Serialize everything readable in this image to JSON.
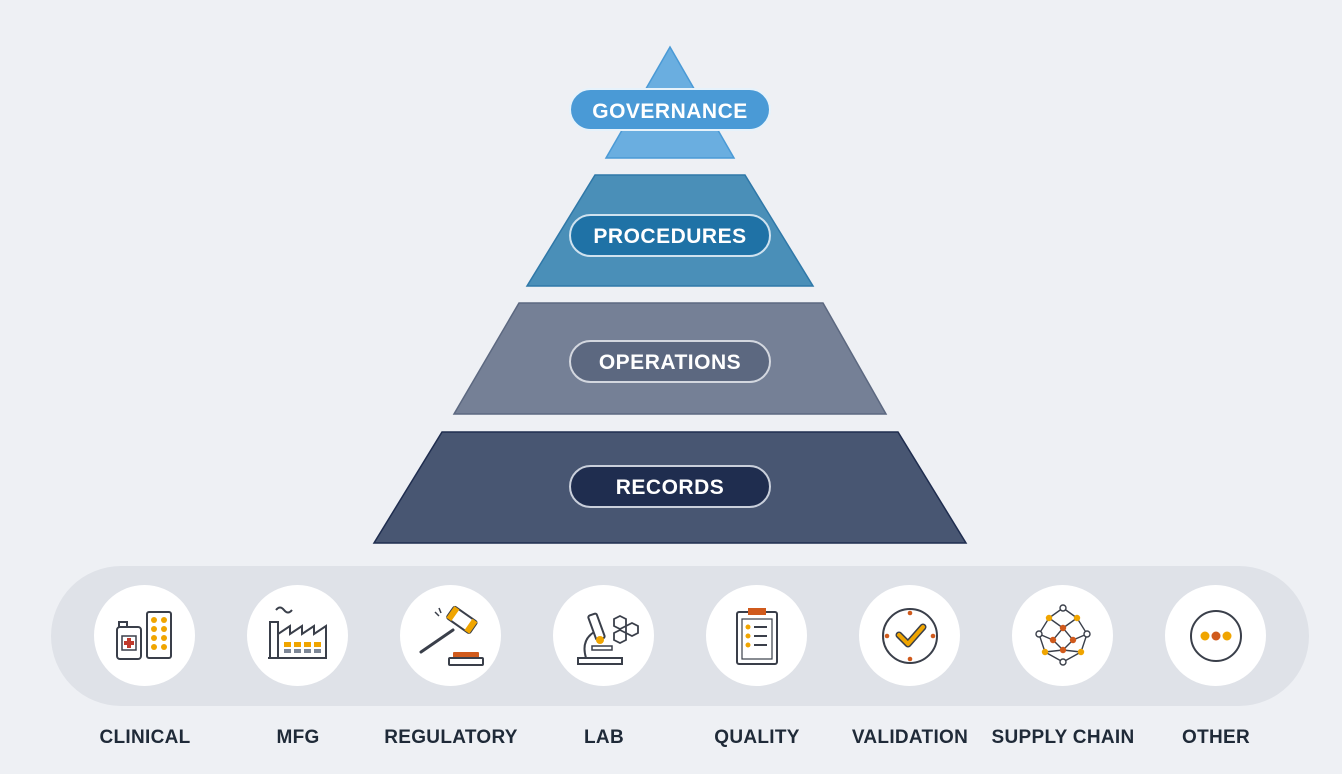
{
  "pyramid": {
    "levels": [
      {
        "label": "GOVERNANCE",
        "fill": "#6aaee0",
        "pill": "#4a9ad6"
      },
      {
        "label": "PROCEDURES",
        "fill": "#4a8fb8",
        "pill": "#1f72a6"
      },
      {
        "label": "OPERATIONS",
        "fill": "#758096",
        "pill": "#5c6880"
      },
      {
        "label": "RECORDS",
        "fill": "#485672",
        "pill": "#1f2d4f"
      }
    ]
  },
  "categories": [
    {
      "label": "CLINICAL",
      "icon": "medicine-bottle-pills-icon"
    },
    {
      "label": "MFG",
      "icon": "factory-icon"
    },
    {
      "label": "REGULATORY",
      "icon": "gavel-icon"
    },
    {
      "label": "LAB",
      "icon": "microscope-icon"
    },
    {
      "label": "QUALITY",
      "icon": "clipboard-checklist-icon"
    },
    {
      "label": "VALIDATION",
      "icon": "checkmark-gauge-icon"
    },
    {
      "label": "SUPPLY CHAIN",
      "icon": "network-globe-icon"
    },
    {
      "label": "OTHER",
      "icon": "more-dots-icon"
    }
  ]
}
